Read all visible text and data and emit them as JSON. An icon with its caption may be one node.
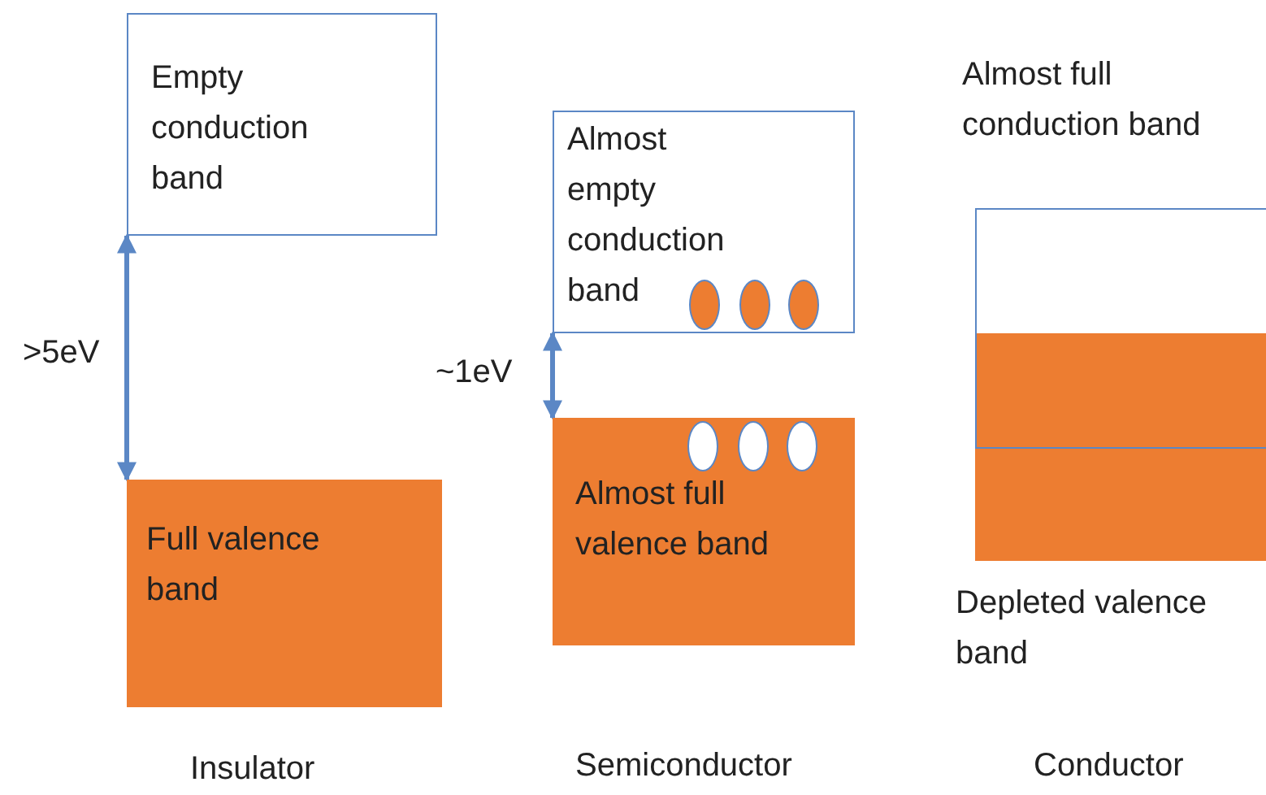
{
  "diagram": {
    "nodes": [
      {
        "text": [
          "Empty conduction band"
        ]
      },
      {
        "text": [
          "Full valence band"
        ]
      },
      {
        "text": [
          "Almost empty conduction band"
        ]
      },
      {
        "text": [],
        "shape": "circle",
        "in": 2
      },
      {
        "text": [],
        "shape": "circle",
        "in": 2
      },
      {
        "text": [],
        "shape": "circle",
        "in": 2
      },
      {
        "text": [
          "Almost full valence band"
        ]
      },
      {
        "text": [],
        "shape": "circle",
        "in": 6
      },
      {
        "text": [],
        "shape": "circle",
        "in": 6
      },
      {
        "text": [],
        "shape": "circle",
        "in": 6
      },
      {
        "text": [
          "Almost full conduction band"
        ]
      },
      {
        "text": [
          "Depleted valence band"
        ]
      }
    ],
    "edges": [
      {
        "from": 0,
        "to": 1,
        "arrow": "both",
        "label": ">5eV"
      },
      {
        "from": 2,
        "to": 6,
        "arrow": "both",
        "label": "~1eV"
      }
    ],
    "labels": [
      "Insulator",
      "Semiconductor",
      "Conductor"
    ]
  }
}
